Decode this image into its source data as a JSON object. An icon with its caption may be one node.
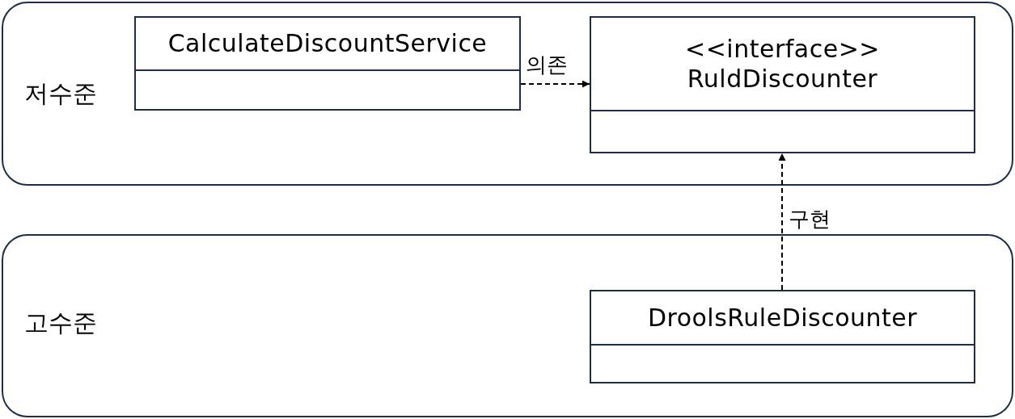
{
  "diagram": {
    "nodes": [
      {
        "text": [
          "저수준"
        ]
      },
      {
        "text": [
          "CalculateDiscountService"
        ],
        "in": 0
      },
      {
        "text": [
          "<<interface>> RuldDiscounter"
        ],
        "in": 0
      },
      {
        "text": [
          "고수준"
        ]
      },
      {
        "text": [
          "DroolsRuleDiscounter"
        ],
        "in": 3
      }
    ],
    "edges": [
      {
        "from": 1,
        "to": 2,
        "arrow": "to",
        "style": "dashed",
        "label": "의존"
      },
      {
        "from": 4,
        "to": 2,
        "arrow": "to",
        "style": "dashed",
        "label": "구현"
      }
    ]
  }
}
